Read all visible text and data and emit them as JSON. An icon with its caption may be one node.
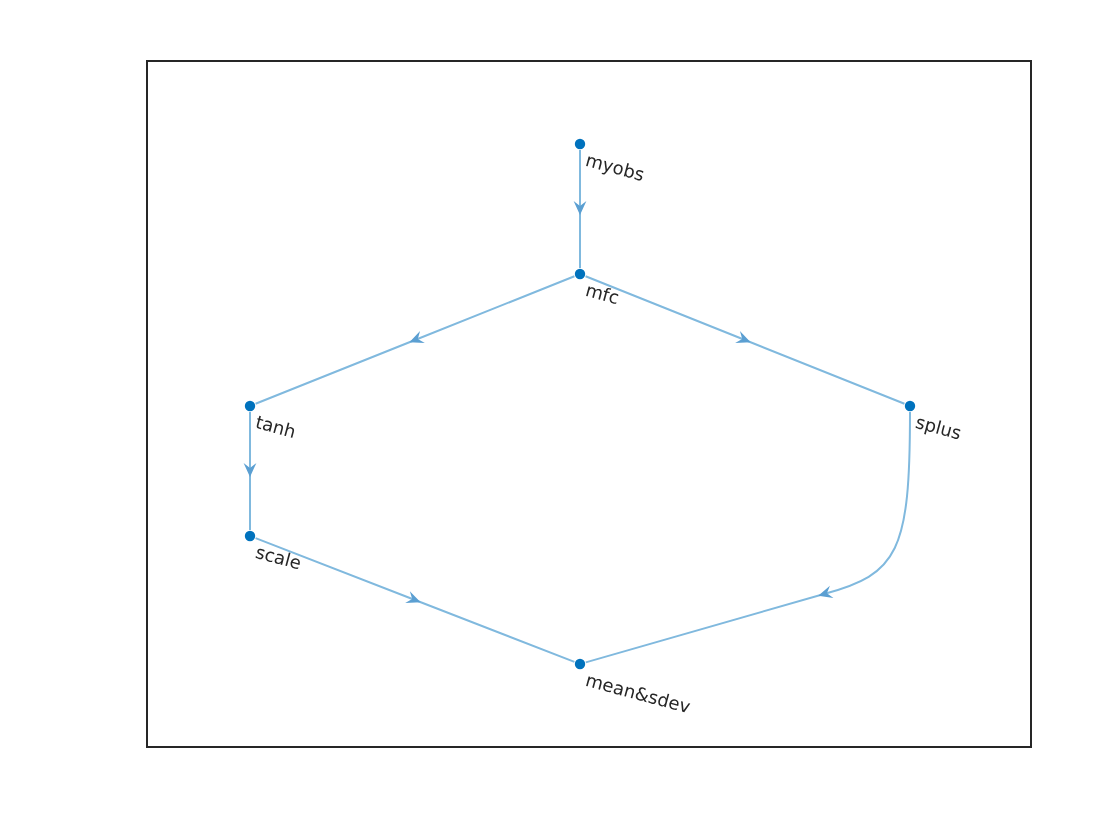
{
  "diagram": {
    "nodes": [
      {
        "text": [
          "myobs"
        ]
      },
      {
        "text": [
          "mfc"
        ]
      },
      {
        "text": [
          "tanh"
        ]
      },
      {
        "text": [
          "splus"
        ]
      },
      {
        "text": [
          "scale"
        ]
      },
      {
        "text": [
          "mean&sdev"
        ]
      }
    ],
    "edges": [
      {
        "from": 0,
        "to": 1,
        "arrow": "to"
      },
      {
        "from": 1,
        "to": 2,
        "arrow": "to"
      },
      {
        "from": 1,
        "to": 3,
        "arrow": "to"
      },
      {
        "from": 2,
        "to": 4,
        "arrow": "to"
      },
      {
        "from": 4,
        "to": 5,
        "arrow": "to"
      },
      {
        "from": 3,
        "to": 5,
        "arrow": "to"
      }
    ]
  }
}
